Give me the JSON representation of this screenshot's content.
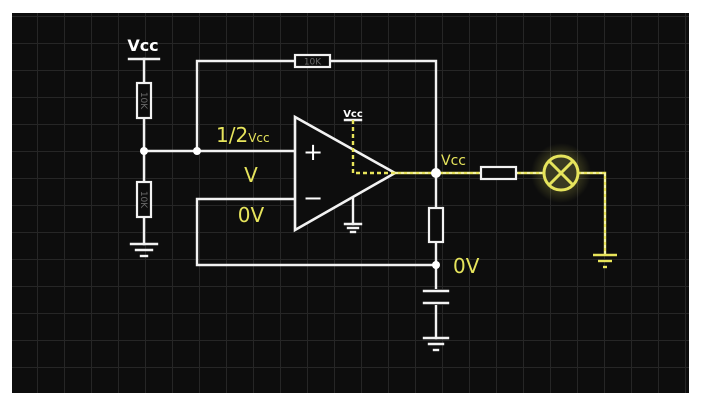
{
  "diagram": {
    "title": "Op-amp comparator driving a lamp",
    "colors": {
      "background": "#0d0d0d",
      "grid": "#262626",
      "wire": "#f2f2f2",
      "active": "#e6e45c"
    },
    "labels": {
      "supply_top": "Vcc",
      "opamp_supply": "Vcc",
      "noninverting_voltage_main": "1/2",
      "noninverting_voltage_sub": "Vcc",
      "differential": "V",
      "inverting_voltage": "0V",
      "output_voltage": "Vcc",
      "capacitor_node_voltage": "0V",
      "plus_sign": "+",
      "minus_sign": "−"
    },
    "components": {
      "divider_top_resistor": "10K",
      "divider_bottom_resistor": "10K",
      "feedback_resistor": "10K",
      "output_series_resistor": "",
      "output_shunt_resistor": "",
      "lamp": "lamp",
      "capacitor": "capacitor"
    },
    "icons": [
      "ground-icon",
      "lamp-icon",
      "resistor-icon",
      "capacitor-icon",
      "opamp-icon"
    ]
  }
}
